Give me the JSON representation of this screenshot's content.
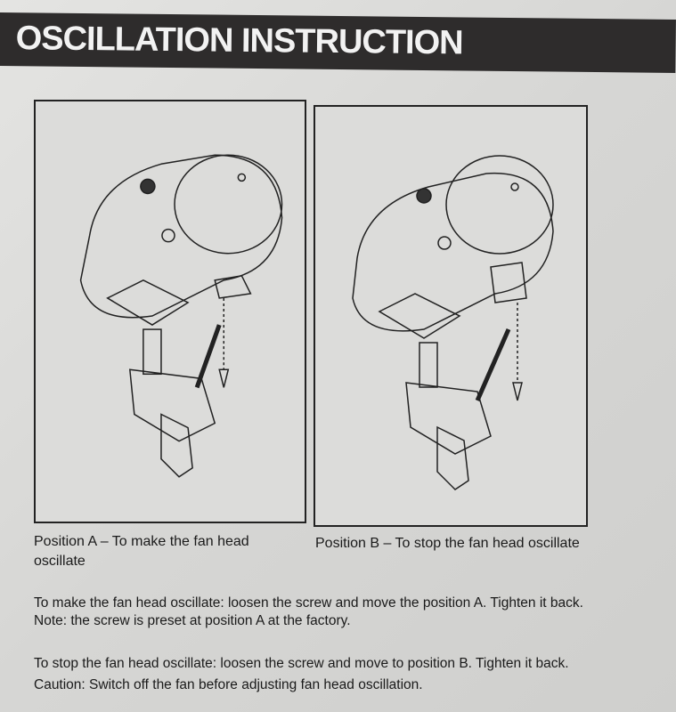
{
  "header": {
    "title": "OSCILLATION INSTRUCTION"
  },
  "figures": [
    {
      "caption": "Position A – To make the fan head oscillate"
    },
    {
      "caption": "Position B – To stop the fan head oscillate"
    }
  ],
  "instructions": {
    "oscillate": "To make the fan head oscillate: loosen the screw and move the position A. Tighten it back.",
    "note": "Note: the screw is preset at position A at the factory.",
    "stop": "To stop the fan head oscillate: loosen the screw and move to position B. Tighten it back.",
    "caution": "Caution: Switch off the fan before adjusting fan head oscillation."
  }
}
